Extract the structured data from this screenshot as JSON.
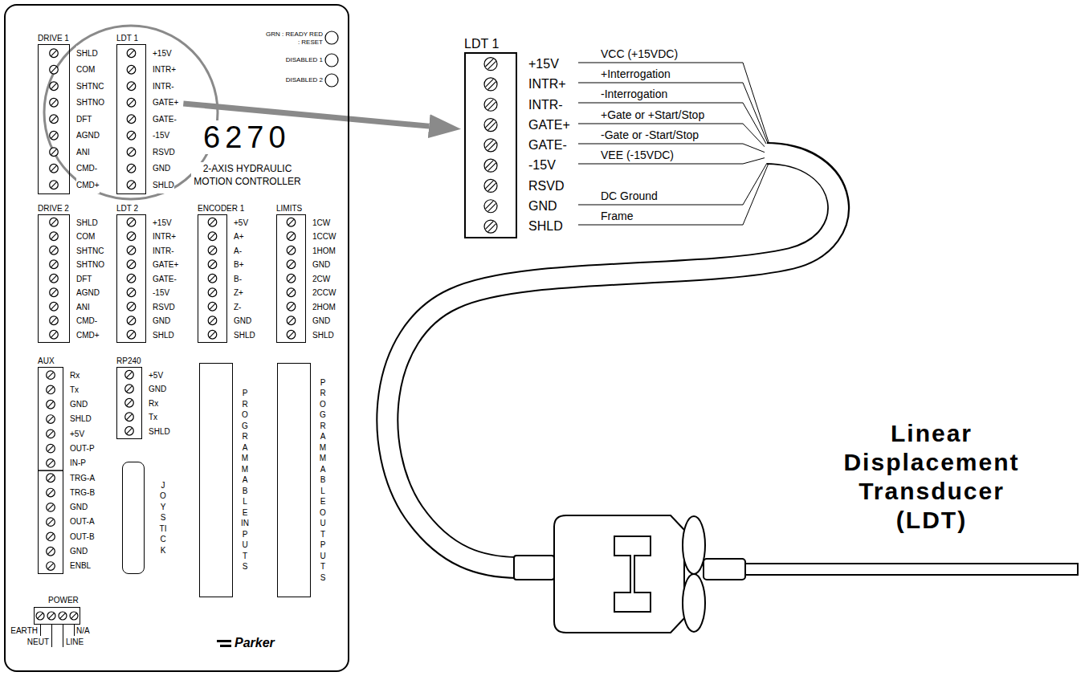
{
  "diagram": {
    "nodes": [
      {
        "text": [
          "6270",
          "2-AXIS HYDRAULIC MOTION CONTROLLER"
        ]
      },
      {
        "text": [
          "DRIVE 1",
          "SHLD",
          "COM",
          "SHTNC",
          "SHTNO",
          "DFT",
          "AGND",
          "ANI",
          "CMD-",
          "CMD+"
        ],
        "in": 0
      },
      {
        "text": [
          "LDT 1",
          "+15V",
          "INTR+",
          "INTR-",
          "GATE+",
          "GATE-",
          "-15V",
          "RSVD",
          "GND",
          "SHLD"
        ],
        "in": 0
      },
      {
        "text": [
          "DRIVE 2",
          "SHLD",
          "COM",
          "SHTNC",
          "SHTNO",
          "DFT",
          "AGND",
          "ANI",
          "CMD-",
          "CMD+"
        ],
        "in": 0
      },
      {
        "text": [
          "LDT 2",
          "+15V",
          "INTR+",
          "INTR-",
          "GATE+",
          "GATE-",
          "-15V",
          "RSVD",
          "GND",
          "SHLD"
        ],
        "in": 0
      },
      {
        "text": [
          "ENCODER 1",
          "+5V",
          "A+",
          "A-",
          "B+",
          "B-",
          "Z+",
          "Z-",
          "GND",
          "SHLD"
        ],
        "in": 0
      },
      {
        "text": [
          "LIMITS",
          "1CW",
          "1CCW",
          "1HOM",
          "GND",
          "2CW",
          "2CCW",
          "2HOM",
          "GND",
          "SHLD"
        ],
        "in": 0
      },
      {
        "text": [
          "AUX",
          "Rx",
          "Tx",
          "GND",
          "SHLD",
          "+5V",
          "OUT-P",
          "IN-P",
          "TRG-A",
          "TRG-B",
          "GND",
          "OUT-A",
          "OUT-B",
          "GND",
          "ENBL"
        ],
        "in": 0
      },
      {
        "text": [
          "RP240",
          "+5V",
          "GND",
          "Rx",
          "Tx",
          "SHLD"
        ],
        "in": 0
      },
      {
        "text": [
          "JOYSTICK"
        ],
        "in": 0
      },
      {
        "text": [
          "PROGRAMMABLE INPUTS"
        ],
        "in": 0
      },
      {
        "text": [
          "PROGRAMMABLE OUTPUTS"
        ],
        "in": 0
      },
      {
        "text": [
          "POWER",
          "EARTH",
          "N/A",
          "NEUT",
          "LINE"
        ],
        "in": 0
      },
      {
        "text": [
          "LDT 1",
          "+15V",
          "INTR+",
          "INTR-",
          "GATE+",
          "GATE-",
          "-15V",
          "RSVD",
          "GND",
          "SHLD"
        ]
      }
    ],
    "edges": [
      {
        "from": 2,
        "to": 13,
        "arrow": "to"
      }
    ],
    "labels": [
      "GRN : READY RED : RESET",
      "DISABLED 1",
      "DISABLED 2",
      "Parker",
      "VCC (+15VDC)",
      "+Interrogation",
      "-Interrogation",
      "+Gate or +Start/Stop",
      "-Gate or -Start/Stop",
      "VEE (-15VDC)",
      "DC Ground",
      "Frame",
      "Linear Displacement Transducer (LDT)"
    ]
  }
}
